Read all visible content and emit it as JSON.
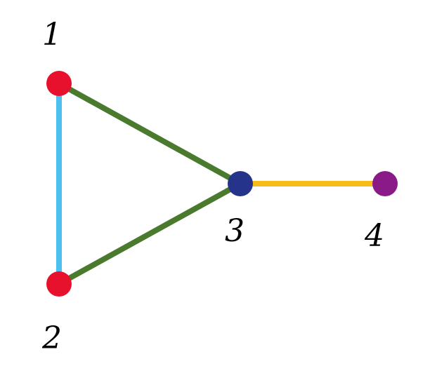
{
  "graph": {
    "nodes": [
      {
        "id": "1",
        "label": "1",
        "color": "#e8112d"
      },
      {
        "id": "2",
        "label": "2",
        "color": "#e8112d"
      },
      {
        "id": "3",
        "label": "3",
        "color": "#25338a"
      },
      {
        "id": "4",
        "label": "4",
        "color": "#8b1a89"
      }
    ],
    "edges": [
      {
        "from": "1",
        "to": "2",
        "color": "#4ec0f0"
      },
      {
        "from": "1",
        "to": "3",
        "color": "#4a7a2e"
      },
      {
        "from": "2",
        "to": "3",
        "color": "#4a7a2e"
      },
      {
        "from": "3",
        "to": "4",
        "color": "#f7bc1a"
      }
    ]
  }
}
